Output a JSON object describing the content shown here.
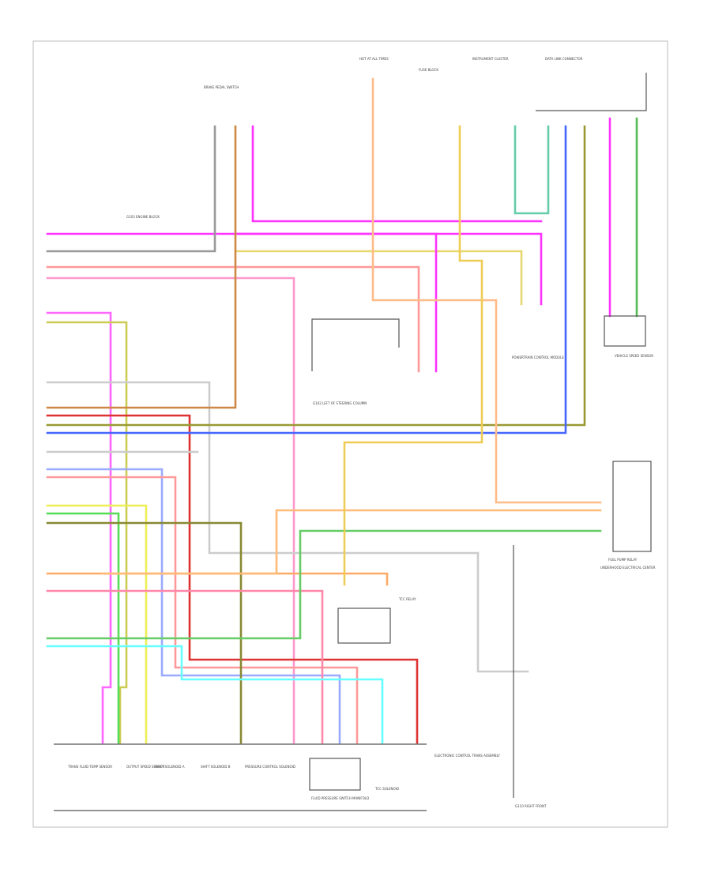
{
  "diagram": {
    "page_code": "",
    "labels": {
      "hot_in_run": "HOT AT ALL TIMES",
      "fuse_block": "FUSE BLOCK",
      "instrument_cluster": "INSTRUMENT CLUSTER",
      "data_link_connector": "DATA LINK CONNECTOR",
      "ground_junction": "G102 LEFT OF STEERING COLUMN",
      "vehicle_speed_sensor": "VEHICLE SPEED SENSOR",
      "pcm": "POWERTRAIN CONTROL MODULE",
      "brake_switch": "BRAKE PEDAL SWITCH",
      "tcc_relay": "TCC RELAY",
      "ground_gxxx": "G110 RIGHT FRONT",
      "pressure_switch": "FLUID PRESSURE SWITCH MANIFOLD",
      "shift_solenoid_a": "SHIFT SOLENOID A",
      "shift_solenoid_b": "SHIFT SOLENOID B",
      "trans_temp_sensor": "TRANS FLUID TEMP SENSOR",
      "speed_sensor_out": "OUTPUT SPEED SENSOR",
      "tcc_solenoid": "TCC SOLENOID",
      "pressure_control": "PRESSURE CONTROL SOLENOID",
      "trans_assembly": "ELECTRONIC CONTROL TRANS ASSEMBLY",
      "engine_ground": "G103 ENGINE BLOCK",
      "fuel_pump_relay": "FUEL PUMP RELAY",
      "underhood_relay": "UNDERHOOD ELECTRICAL CENTER"
    }
  }
}
